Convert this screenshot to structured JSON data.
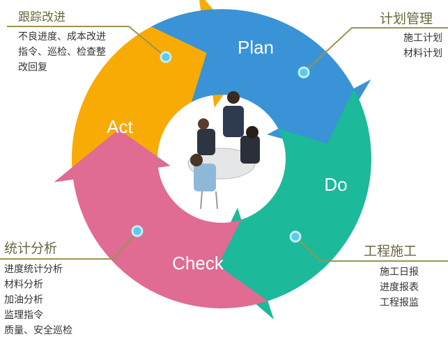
{
  "cycle": {
    "plan": {
      "label": "Plan",
      "color": "#3a93d6"
    },
    "do": {
      "label": "Do",
      "color": "#1cb99a"
    },
    "check": {
      "label": "Check",
      "color": "#e06b93"
    },
    "act": {
      "label": "Act",
      "color": "#f8ab05"
    }
  },
  "callouts": {
    "act": {
      "title": "跟踪改进",
      "lines": [
        "不良进度、成本改进",
        "指令、巡检、检查整",
        "改回复"
      ]
    },
    "plan": {
      "title": "计划管理",
      "lines": [
        "施工计划",
        "材料计划"
      ]
    },
    "do": {
      "title": "工程施工",
      "lines": [
        "施工日报",
        "进度报表",
        "工程报监"
      ]
    },
    "check": {
      "title": "统计分析",
      "lines": [
        "进度统计分析",
        "材料分析",
        "加油分析",
        "监理指令",
        "质量、安全巡检"
      ]
    }
  },
  "colors": {
    "leader": "#9a9350",
    "dot": "#5ccbe8"
  }
}
